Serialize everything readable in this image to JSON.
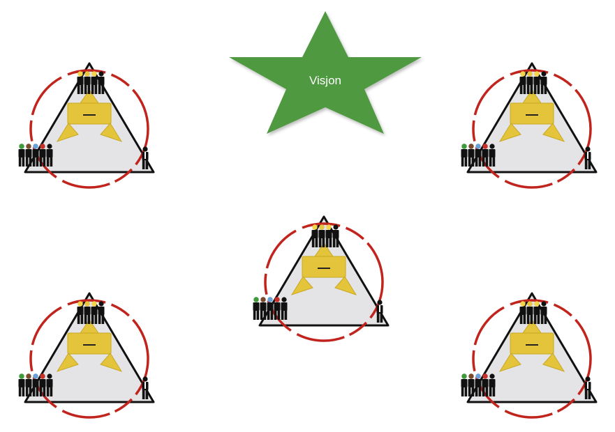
{
  "vision": {
    "label": "Visjon"
  },
  "colors": {
    "star": "#4f9940",
    "circle": "#c0241c",
    "triangle": "#111111",
    "triangle_fill": "#e4e4e6",
    "arrows": "#e3c43a",
    "person": "#111111"
  },
  "groups": [
    {
      "name": "team-top-left",
      "sign_text": "—"
    },
    {
      "name": "team-top-right",
      "sign_text": "—"
    },
    {
      "name": "team-center",
      "sign_text": "—"
    },
    {
      "name": "team-bottom-left",
      "sign_text": "—"
    },
    {
      "name": "team-bottom-right",
      "sign_text": "—"
    }
  ]
}
